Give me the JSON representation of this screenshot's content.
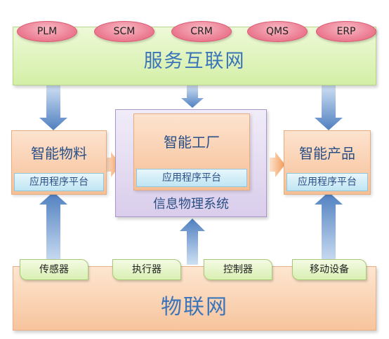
{
  "top_band": {
    "title": "服务互联网",
    "systems": [
      "PLM",
      "SCM",
      "CRM",
      "QMS",
      "ERP"
    ]
  },
  "bottom_band": {
    "title": "物联网",
    "devices": [
      "传感器",
      "执行器",
      "控制器",
      "移动设备"
    ]
  },
  "cps": {
    "title": "信息物理系统"
  },
  "boxes": {
    "left": {
      "label": "智能物料",
      "platform": "应用程序平台"
    },
    "center": {
      "label": "智能工厂",
      "platform": "应用程序平台"
    },
    "right": {
      "label": "智能产品",
      "platform": "应用程序平台"
    }
  },
  "colors": {
    "top_band": "#d3efa6",
    "bottom_band": "#f7c49d",
    "pill": "#e96f87",
    "orange_box": "#f6bf96",
    "platform_bar": "#bfe5f3",
    "cps_frame": "#d9cdeb",
    "arrow_blue": "#5b86c2",
    "arrow_orange": "#f5a96b",
    "title_text": "#3b74b8"
  }
}
